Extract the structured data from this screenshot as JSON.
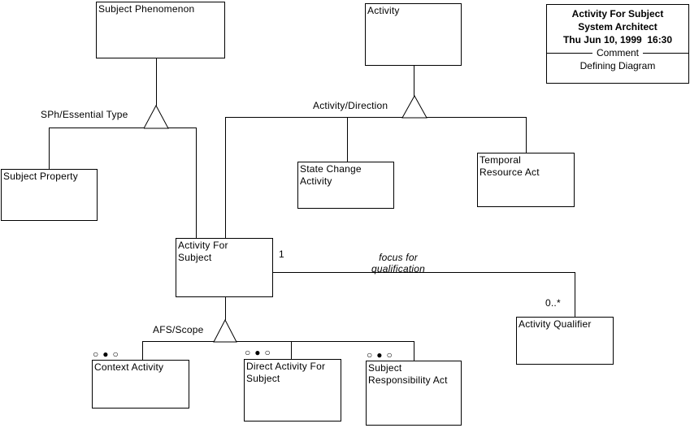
{
  "diagram": {
    "boxes": {
      "subject_phenomenon": {
        "label": "Subject Phenomenon"
      },
      "activity": {
        "label": "Activity"
      },
      "subject_property": {
        "label": "Subject Property"
      },
      "state_change_activity": {
        "label": "State Change\nActivity"
      },
      "temporal_resource_act": {
        "label": "Temporal\nResource Act"
      },
      "activity_for_subject": {
        "label": "Activity For\nSubject"
      },
      "activity_qualifier": {
        "label": "Activity Qualifier"
      },
      "context_activity": {
        "label": "Context Activity"
      },
      "direct_activity_for_subject": {
        "label": "Direct Activity For\nSubject"
      },
      "subject_responsibility_act": {
        "label": "Subject\nResponsibility Act"
      }
    },
    "relationships": {
      "sph_essential_type": "SPh/Essential Type",
      "activity_direction": "Activity/Direction",
      "afs_scope": "AFS/Scope",
      "focus_for_qualification": "focus for\nqualification",
      "cardinality_one": "1",
      "cardinality_many": "0..*"
    },
    "comment_box": {
      "title": "Activity For Subject",
      "subtitle": "System Architect",
      "timestamp": "Thu Jun 10, 1999  16:30",
      "separator_label": "Comment",
      "body": "Defining Diagram"
    },
    "icons": {
      "open_circle": "○",
      "filled_circle": "●"
    },
    "colors": {
      "background": "#ffffff",
      "line": "#000000",
      "text": "#000000"
    }
  }
}
